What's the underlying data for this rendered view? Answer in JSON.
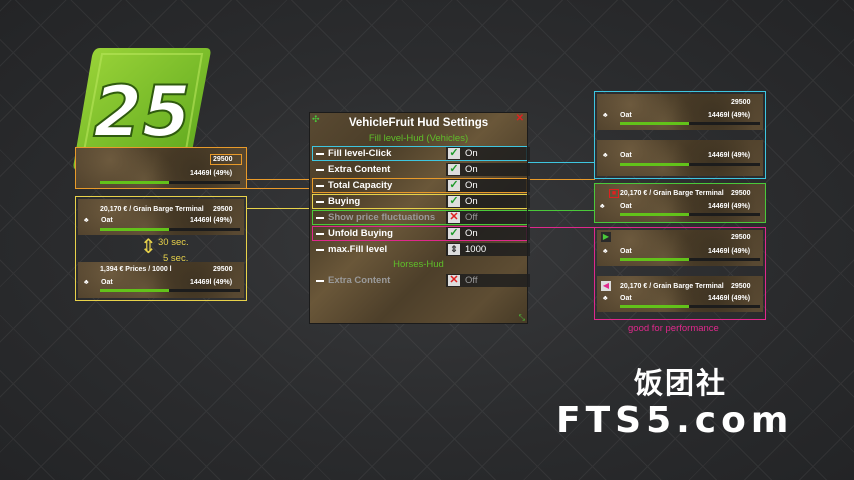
{
  "logo_text": "25",
  "panel": {
    "title": "VehicleFruit Hud Settings",
    "section1": "Fill level-Hud (Vehicles)",
    "section2": "Horses-Hud",
    "rows": [
      {
        "label": "Fill level-Click",
        "value": "On",
        "state": "check"
      },
      {
        "label": "Extra Content",
        "value": "On",
        "state": "check"
      },
      {
        "label": "Total Capacity",
        "value": "On",
        "state": "check"
      },
      {
        "label": "Buying",
        "value": "On",
        "state": "check"
      },
      {
        "label": "Show price fluctuations",
        "value": "Off",
        "state": "x"
      },
      {
        "label": "Unfold Buying",
        "value": "On",
        "state": "check"
      },
      {
        "label": "max.Fill level",
        "value": "1000",
        "state": "arrows"
      }
    ],
    "horse_row": {
      "label": "Extra Content",
      "value": "Off",
      "state": "x"
    }
  },
  "left": {
    "top_capacity": "29500",
    "top_fill": "14469l (49%)",
    "price_line": "20,170 € / Grain Barge Terminal",
    "capacity": "29500",
    "crop": "Oat",
    "fill": "14469l (49%)",
    "timer1": "30 sec.",
    "timer2": "5 sec.",
    "prices_line": "1,394 € Prices / 1000 l",
    "capacity2": "29500",
    "crop2": "Oat",
    "fill2": "14469l (49%)"
  },
  "right": {
    "cap1": "29500",
    "crop1": "Oat",
    "fill1": "14469l (49%)",
    "crop2": "Oat",
    "fill2": "14469l (49%)",
    "price_line": "20,170 € / Grain Barge Terminal",
    "cap3": "29500",
    "crop3": "Oat",
    "fill3": "14469l (49%)",
    "cap4": "29500",
    "crop4": "Oat",
    "fill4": "14469l (49%)",
    "price_line5": "20,170 € / Grain Barge Terminal",
    "cap5": "29500",
    "crop5": "Oat",
    "fill5": "14469l (49%)",
    "perf_note": "good for performance"
  },
  "watermark": {
    "cn": "饭团社",
    "site": "FTS5.com"
  },
  "colors": {
    "cyan": "#3ec6e0",
    "orange": "#e89a2a",
    "yellow": "#e8d24a",
    "green": "#4ac93a",
    "magenta": "#e0288c",
    "accent": "#62c21a"
  }
}
